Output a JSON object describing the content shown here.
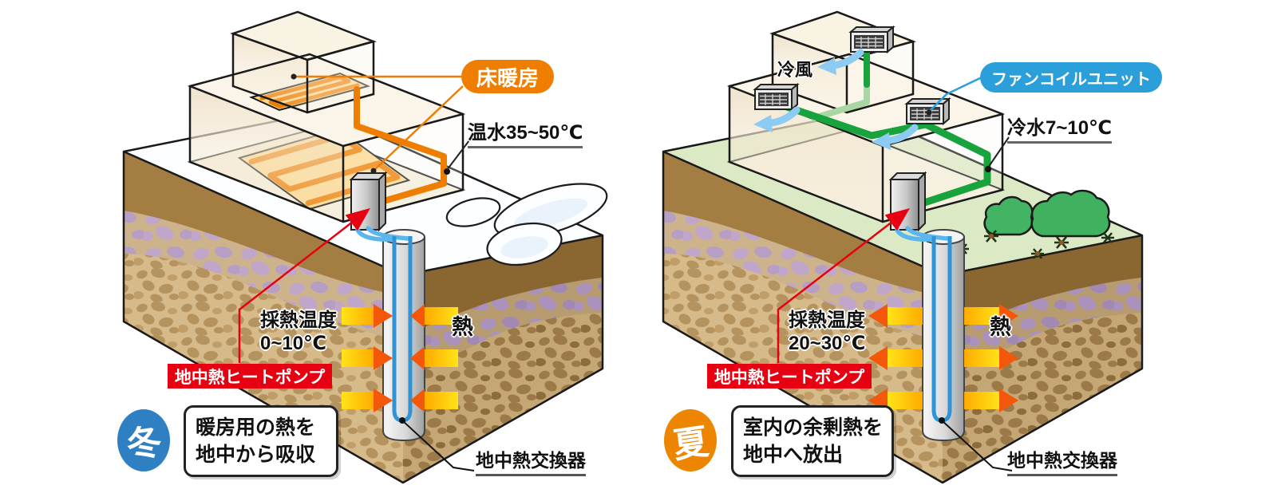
{
  "winter": {
    "season_badge": "冬",
    "floor_heating_badge": "床暖房",
    "hot_water_temp": "温水35~50℃",
    "heat_collection_temp_line1": "採熱温度",
    "heat_collection_temp_line2": "0~10℃",
    "heat_label": "熱",
    "heat_pump_label": "地中熱ヒートポンプ",
    "description_line1": "暖房用の熱を",
    "description_line2": "地中から吸収",
    "exchanger_label": "地中熱交換器"
  },
  "summer": {
    "season_badge": "夏",
    "fan_coil_badge": "ファンコイルユニット",
    "cold_air_label": "冷風",
    "cold_water_temp": "冷水7~10℃",
    "heat_collection_temp_line1": "採熱温度",
    "heat_collection_temp_line2": "20~30℃",
    "heat_label": "熱",
    "heat_pump_label": "地中熱ヒートポンプ",
    "description_line1": "室内の余剰熱を",
    "description_line2": "地中へ放出",
    "exchanger_label": "地中熱交換器"
  },
  "colors": {
    "accent_orange": "#ee7d00",
    "accent_blue": "#2b9fd9",
    "label_red": "#e60012",
    "winter_badge_blue": "#2f80c3",
    "summer_badge_orange": "#ee8500",
    "pipe_green": "#18a33c",
    "pipe_blue": "#2f93d8",
    "arrow_yellow": "#ffd312",
    "arrow_head_orange": "#f2570a",
    "snow_white": "#fdfeff",
    "grass_green": "#dbe9c4",
    "soil_brown": "#a37d41"
  }
}
